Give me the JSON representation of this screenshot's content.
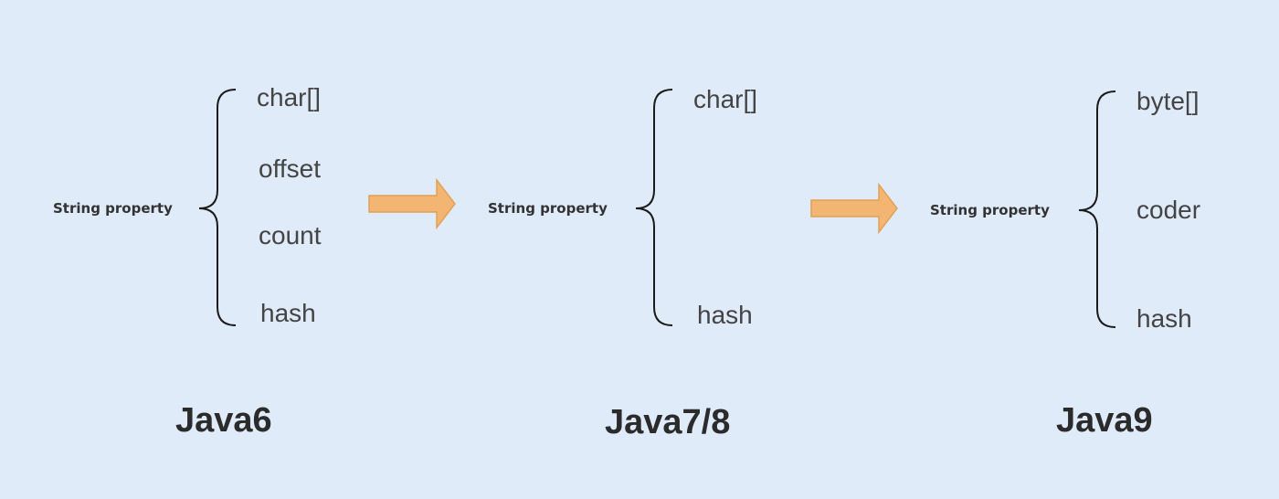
{
  "colors": {
    "background": "#e0ebf9",
    "arrow_fill": "#f3b572",
    "arrow_stroke": "#e0a257",
    "brace": "#1a1a1a"
  },
  "panels": [
    {
      "label": "String property",
      "fields": [
        "char[]",
        "offset",
        "count",
        "hash"
      ],
      "version": "Java6"
    },
    {
      "label": "String property",
      "fields": [
        "char[]",
        "hash"
      ],
      "version": "Java7/8"
    },
    {
      "label": "String property",
      "fields": [
        "byte[]",
        "coder",
        "hash"
      ],
      "version": "Java9"
    }
  ],
  "arrows": [
    "arrow-java6-to-java7-8",
    "arrow-java7-8-to-java9"
  ]
}
